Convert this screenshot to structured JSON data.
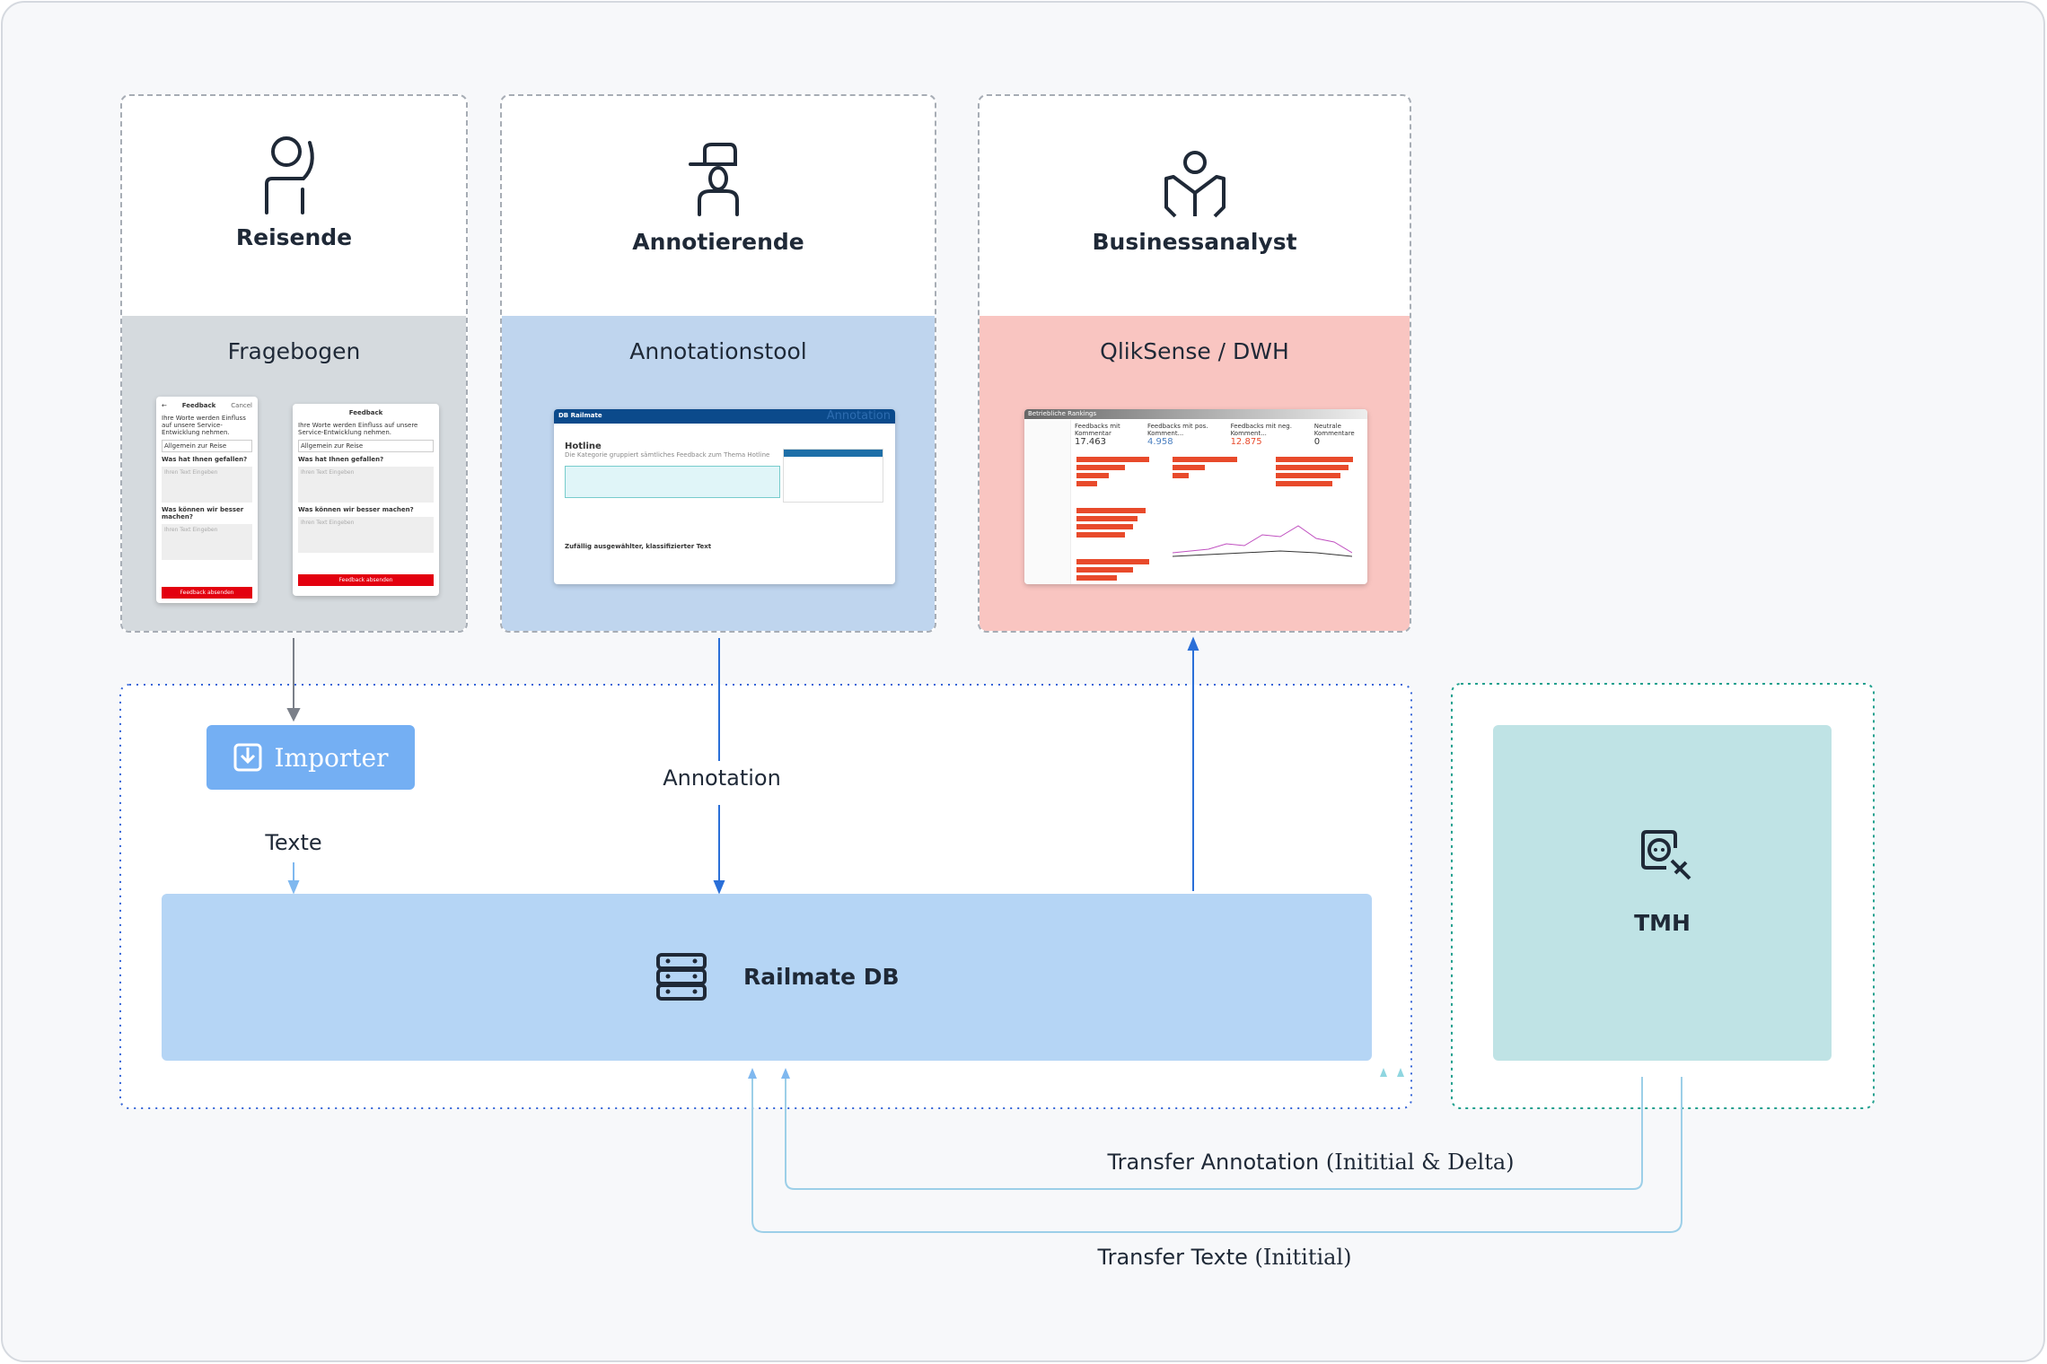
{
  "actors": [
    {
      "name": "Reisende",
      "icon": "person-waving-icon",
      "tool": "Fragebogen",
      "color": "#d5dade"
    },
    {
      "name": "Annotierende",
      "icon": "person-cap-icon",
      "tool": "Annotationstool",
      "color": "#bfd5ee"
    },
    {
      "name": "Businessanalyst",
      "icon": "person-reading-icon",
      "tool": "QlikSense / DWH",
      "color": "#f9c5c1"
    }
  ],
  "fragebogen_mock": {
    "title": "Feedback",
    "cancel": "Cancel",
    "intro": "Ihre Worte werden Einfluss auf unsere Service-Entwicklung nehmen.",
    "select": "Allgemein zur Reise",
    "q1": "Was hat Ihnen gefallen?",
    "q2": "Was können wir besser machen?",
    "placeholder": "Ihren Text Eingeben",
    "submit": "Feedback absenden"
  },
  "annotation_mock": {
    "brand": "DB Railmate",
    "watermark": "Annotation",
    "title": "Hotline",
    "subtitle": "Die Kategorie gruppiert sämtliches Feedback zum Thema Hotline",
    "sample": "Zufällig ausgewählter, klassifizierter Text"
  },
  "qlik_mock": {
    "title": "Betriebliche Rankings",
    "kpis": [
      {
        "label": "Feedbacks mit Kommentar",
        "value": "17.463"
      },
      {
        "label": "Feedbacks mit pos. Komment...",
        "value": "4.958"
      },
      {
        "label": "Feedbacks mit neg. Komment...",
        "value": "12.875"
      },
      {
        "label": "Neutrale Kommentare",
        "value": "0"
      }
    ]
  },
  "importer": {
    "label": "Importer",
    "icon": "import-icon",
    "color": "#74aff3"
  },
  "db": {
    "label": "Railmate DB",
    "icon": "server-icon",
    "color": "#b5d5f5"
  },
  "tmh": {
    "label": "TMH",
    "icon": "document-plug-icon",
    "color": "#bfe3e5"
  },
  "edges": {
    "texte": "Texte",
    "annotation": "Annotation",
    "transfer_annotation": "Transfer Annotation",
    "transfer_annotation_note": "(Inititial & Delta)",
    "transfer_texte": "Transfer Texte",
    "transfer_texte_note": "(Inititial)"
  }
}
